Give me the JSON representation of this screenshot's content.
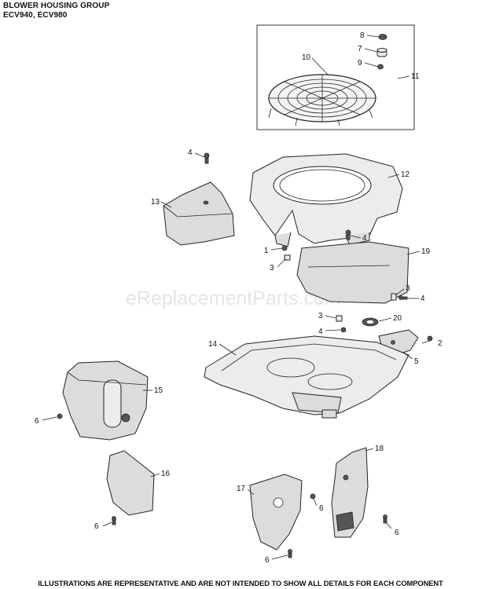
{
  "header": {
    "title": "BLOWER HOUSING GROUP",
    "models": "ECV940, ECV980"
  },
  "watermark": "eReplacementParts.com",
  "footer": "ILLUSTRATIONS ARE REPRESENTATIVE AND ARE NOT INTENDED TO SHOW ALL DETAILS FOR EACH COMPONENT",
  "callouts": {
    "c1": "1",
    "c2": "2",
    "c3a": "3",
    "c3b": "3",
    "c3c": "3",
    "c4a": "4",
    "c4b": "4",
    "c4c": "4",
    "c4d": "4",
    "c5": "5",
    "c6a": "6",
    "c6b": "6",
    "c6c": "6",
    "c6d": "6",
    "c6e": "6",
    "c7": "7",
    "c8": "8",
    "c9": "9",
    "c10": "10",
    "c11": "11",
    "c12": "12",
    "c13": "13",
    "c14": "14",
    "c15": "15",
    "c16": "16",
    "c17": "17",
    "c18": "18",
    "c19": "19",
    "c20": "20"
  }
}
